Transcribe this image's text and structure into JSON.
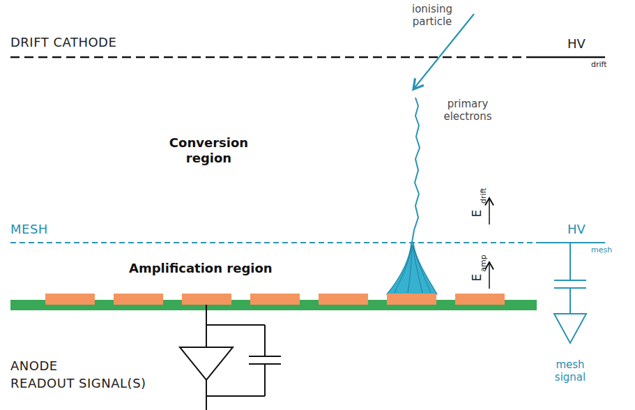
{
  "diagram": {
    "labels": [
      "ionising particle",
      "DRIFT CATHODE",
      "HV",
      "drift",
      "primary electrons",
      "Conversion region",
      "MESH",
      "E",
      "drift",
      "HV",
      "mesh",
      "Amplification region",
      "E",
      "amp",
      "ANODE",
      "READOUT SIGNAL(S)",
      "mesh signal"
    ]
  }
}
